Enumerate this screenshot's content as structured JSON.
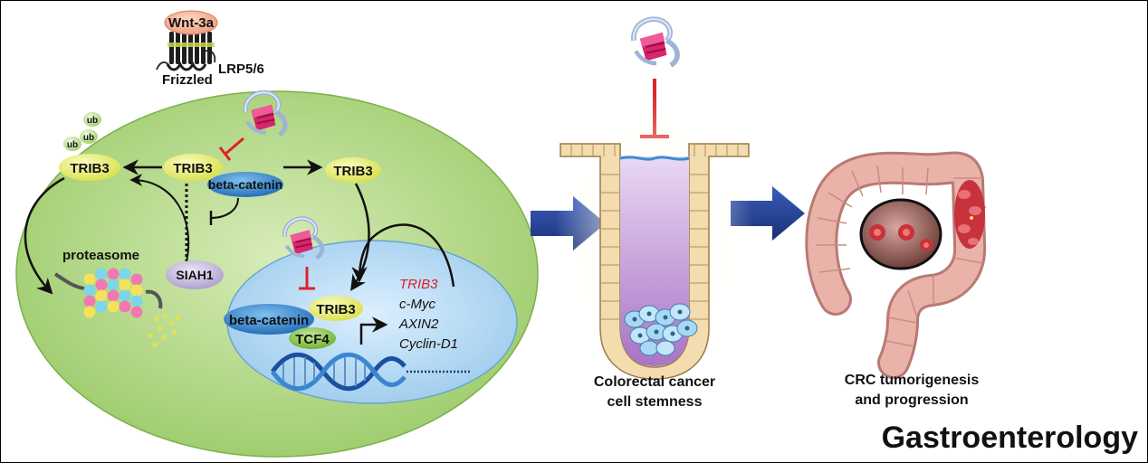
{
  "ligand": "Wnt-3a",
  "coreceptor": "LRP5/6",
  "receptor": "Frizzled",
  "ubiquitin": [
    "ub",
    "ub",
    "ub"
  ],
  "trib3_label": "TRIB3",
  "beta_catenin_label": "beta-catenin",
  "siah1_label": "SIAH1",
  "proteasome_label": "proteasome",
  "tcf4_label": "TCF4",
  "target_genes": [
    "TRIB3",
    "c-Myc",
    "AXIN2",
    "Cyclin-D1"
  ],
  "stemness_caption": [
    "Colorectal cancer",
    "cell stemness"
  ],
  "crc_caption": [
    "CRC  tumorigenesis",
    "and progression"
  ],
  "journal": "Gastroenterology",
  "colors": {
    "cell_green": "#a6d07a",
    "nucleus_blue": "#aed6f1",
    "trib3_yellow": "#e8ec74",
    "beta_catenin_blue": "#2f7fc8",
    "siah1_lavender": "#c4b8de",
    "tcf4_green": "#8cc63f",
    "inhibitor_red": "#e0202a",
    "arrow_navy": "#1f3a8f",
    "target_red": "#d4202a",
    "crypt_purple": "#b98ed0",
    "colon_pink": "#e7a49c"
  }
}
